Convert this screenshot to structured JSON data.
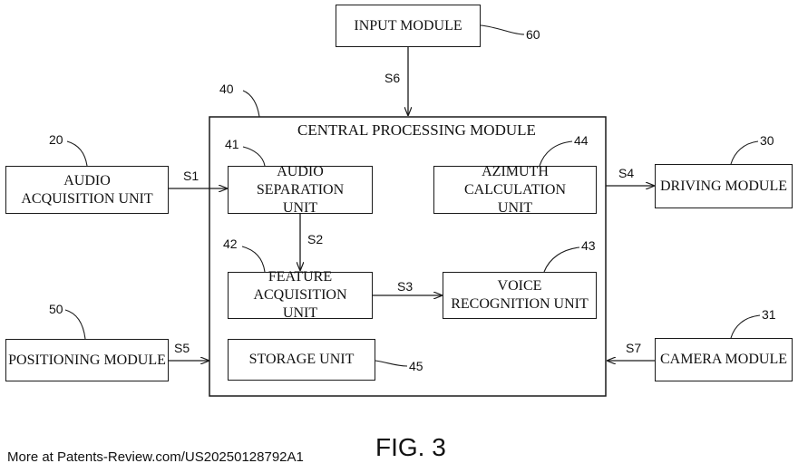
{
  "modules": {
    "input": {
      "label": "INPUT MODULE",
      "ref": "60"
    },
    "audio_acquisition": {
      "label": "AUDIO ACQUISITION UNIT",
      "ref": "20"
    },
    "driving": {
      "label": "DRIVING MODULE",
      "ref": "30"
    },
    "positioning": {
      "label": "POSITIONING MODULE",
      "ref": "50"
    },
    "camera": {
      "label": "CAMERA MODULE",
      "ref": "31"
    }
  },
  "central": {
    "label": "CENTRAL PROCESSING MODULE",
    "ref": "40",
    "units": {
      "audio_separation": {
        "label": "AUDIO SEPARATION UNIT",
        "ref": "41"
      },
      "feature_acquisition": {
        "label": "FEATURE ACQUISITION UNIT",
        "ref": "42"
      },
      "voice_recognition": {
        "label": "VOICE RECOGNITION UNIT",
        "ref": "43"
      },
      "azimuth_calculation": {
        "label": "AZIMUTH CALCULATION UNIT",
        "ref": "44"
      },
      "storage": {
        "label": "STORAGE UNIT",
        "ref": "45"
      }
    }
  },
  "signals": {
    "s1": "S1",
    "s2": "S2",
    "s3": "S3",
    "s4": "S4",
    "s5": "S5",
    "s6": "S6",
    "s7": "S7"
  },
  "figure_label": "FIG. 3",
  "footer": "More at Patents-Review.com/US20250128792A1"
}
